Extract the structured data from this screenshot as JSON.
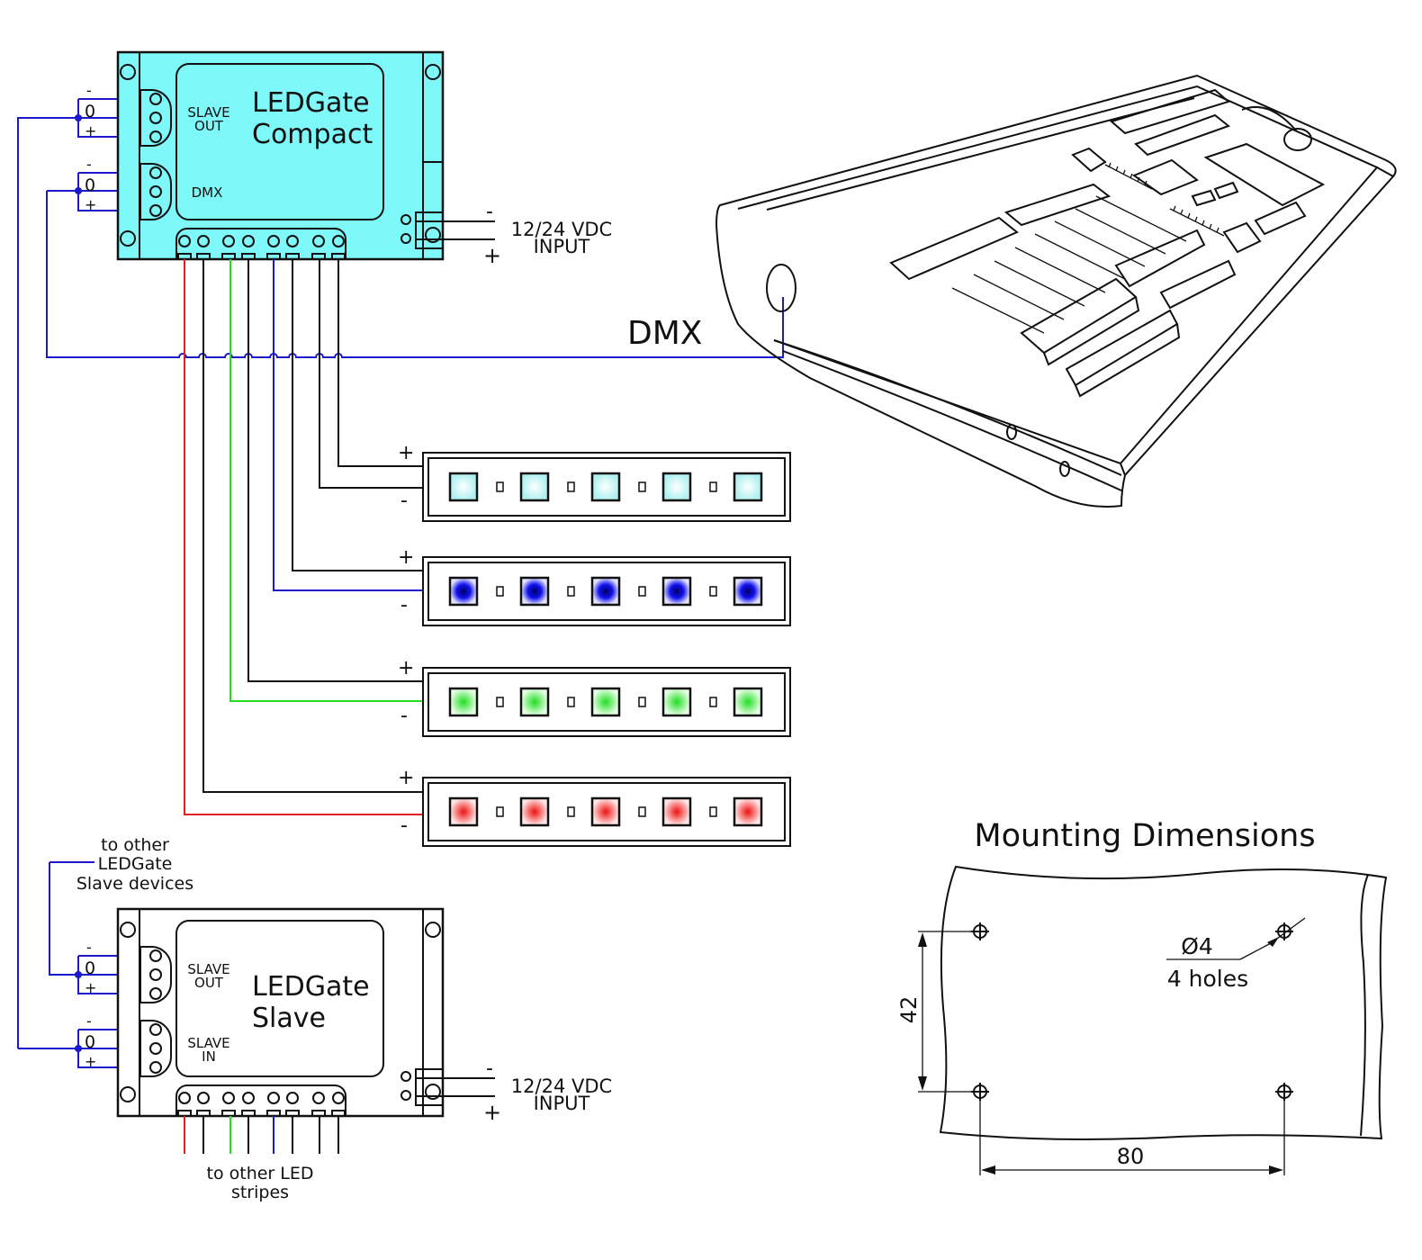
{
  "colors": {
    "device_body": "#7ef8f8",
    "wire_blue": "#1a1acc",
    "wire_red": "#e02020",
    "wire_green": "#22dd22",
    "led_white": "#c8f4f4",
    "led_blue": "#1010ee",
    "led_green": "#22dd22",
    "led_red": "#ee1111"
  },
  "compact": {
    "title_line1": "LEDGate",
    "title_line2": "Compact",
    "slave_out_line1": "SLAVE",
    "slave_out_line2": "OUT",
    "dmx_label": "DMX",
    "minus": "-",
    "zero": "0",
    "plus": "+",
    "power_minus": "-",
    "power_plus": "+",
    "power_line1": "12/24 VDC",
    "power_line2": "INPUT"
  },
  "slave": {
    "title_line1": "LEDGate",
    "title_line2": "Slave",
    "slave_out_line1": "SLAVE",
    "slave_out_line2": "OUT",
    "slave_in_line1": "SLAVE",
    "slave_in_line2": "IN",
    "minus": "-",
    "zero": "0",
    "plus": "+",
    "power_minus": "-",
    "power_plus": "+",
    "power_line1": "12/24 VDC",
    "power_line2": "INPUT",
    "note_line1": "to other",
    "note_line2": "LEDGate",
    "note_line3": "Slave devices",
    "bottom_line1": "to other LED",
    "bottom_line2": "stripes"
  },
  "dmx_label": "DMX",
  "stripes": [
    {
      "color": "white",
      "plus": "+",
      "minus": "-"
    },
    {
      "color": "blue",
      "plus": "+",
      "minus": "-"
    },
    {
      "color": "green",
      "plus": "+",
      "minus": "-"
    },
    {
      "color": "red",
      "plus": "+",
      "minus": "-"
    }
  ],
  "mounting": {
    "title": "Mounting Dimensions",
    "hole_diameter": "Ø4",
    "holes": "4 holes",
    "dim_vertical": "42",
    "dim_horizontal": "80"
  }
}
